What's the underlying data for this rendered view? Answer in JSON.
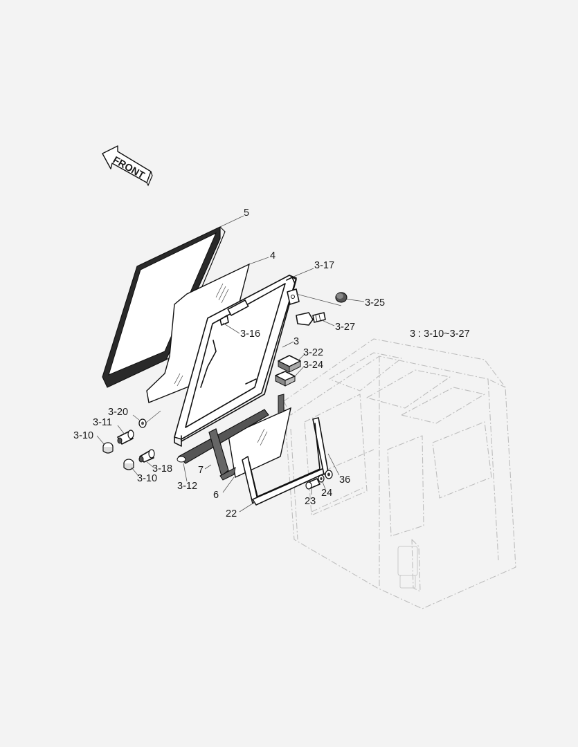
{
  "front_arrow": {
    "text": "FRONT"
  },
  "note": "3 : 3-10~3-27",
  "callouts": {
    "c5": "5",
    "c4": "4",
    "c3_17": "3-17",
    "c3_25": "3-25",
    "c3_16": "3-16",
    "c3_27": "3-27",
    "c3": "3",
    "c3_22": "3-22",
    "c3_24": "3-24",
    "c3_20": "3-20",
    "c3_11": "3-11",
    "c3_10a": "3-10",
    "c3_18": "3-18",
    "c3_10b": "3-10",
    "c3_12": "3-12",
    "c7": "7",
    "c6": "6",
    "c22": "22",
    "c36": "36",
    "c24": "24",
    "c23": "23"
  }
}
